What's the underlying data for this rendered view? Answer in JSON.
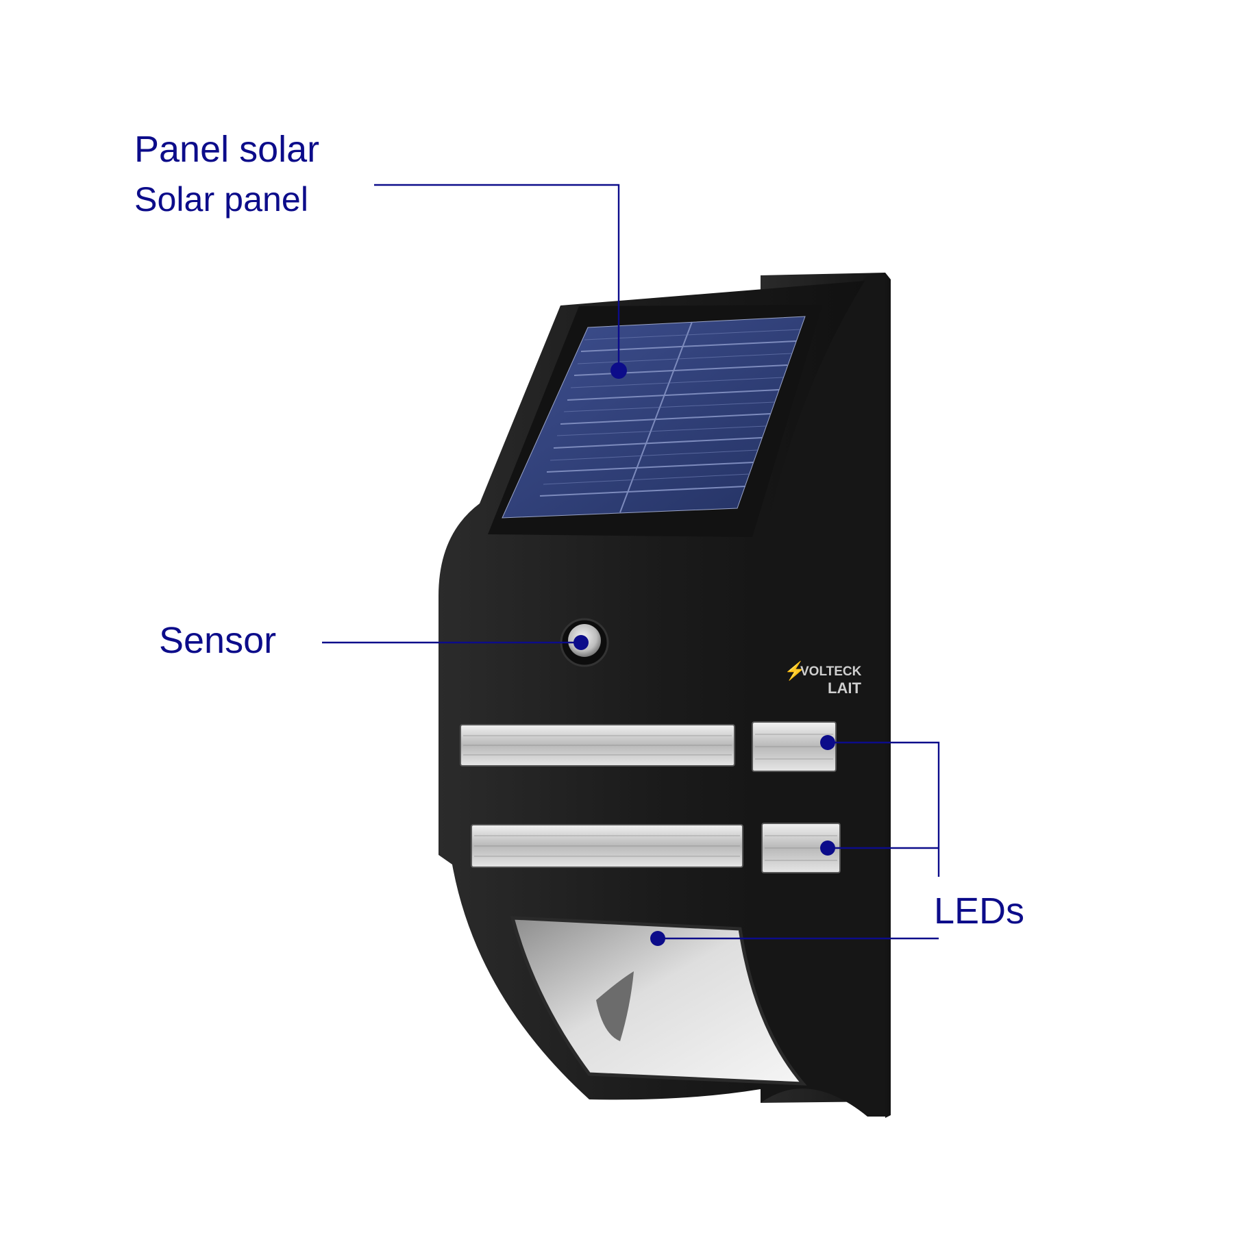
{
  "colors": {
    "label": "#0c0c8a",
    "body": "#1c1c1c",
    "panel": "#2f3f78"
  },
  "labels": {
    "solar_panel_es": "Panel solar",
    "solar_panel_en": "Solar panel",
    "sensor": "Sensor",
    "leds": "LEDs"
  },
  "brand": {
    "name": "VOLTECK",
    "model": "LAIT"
  }
}
